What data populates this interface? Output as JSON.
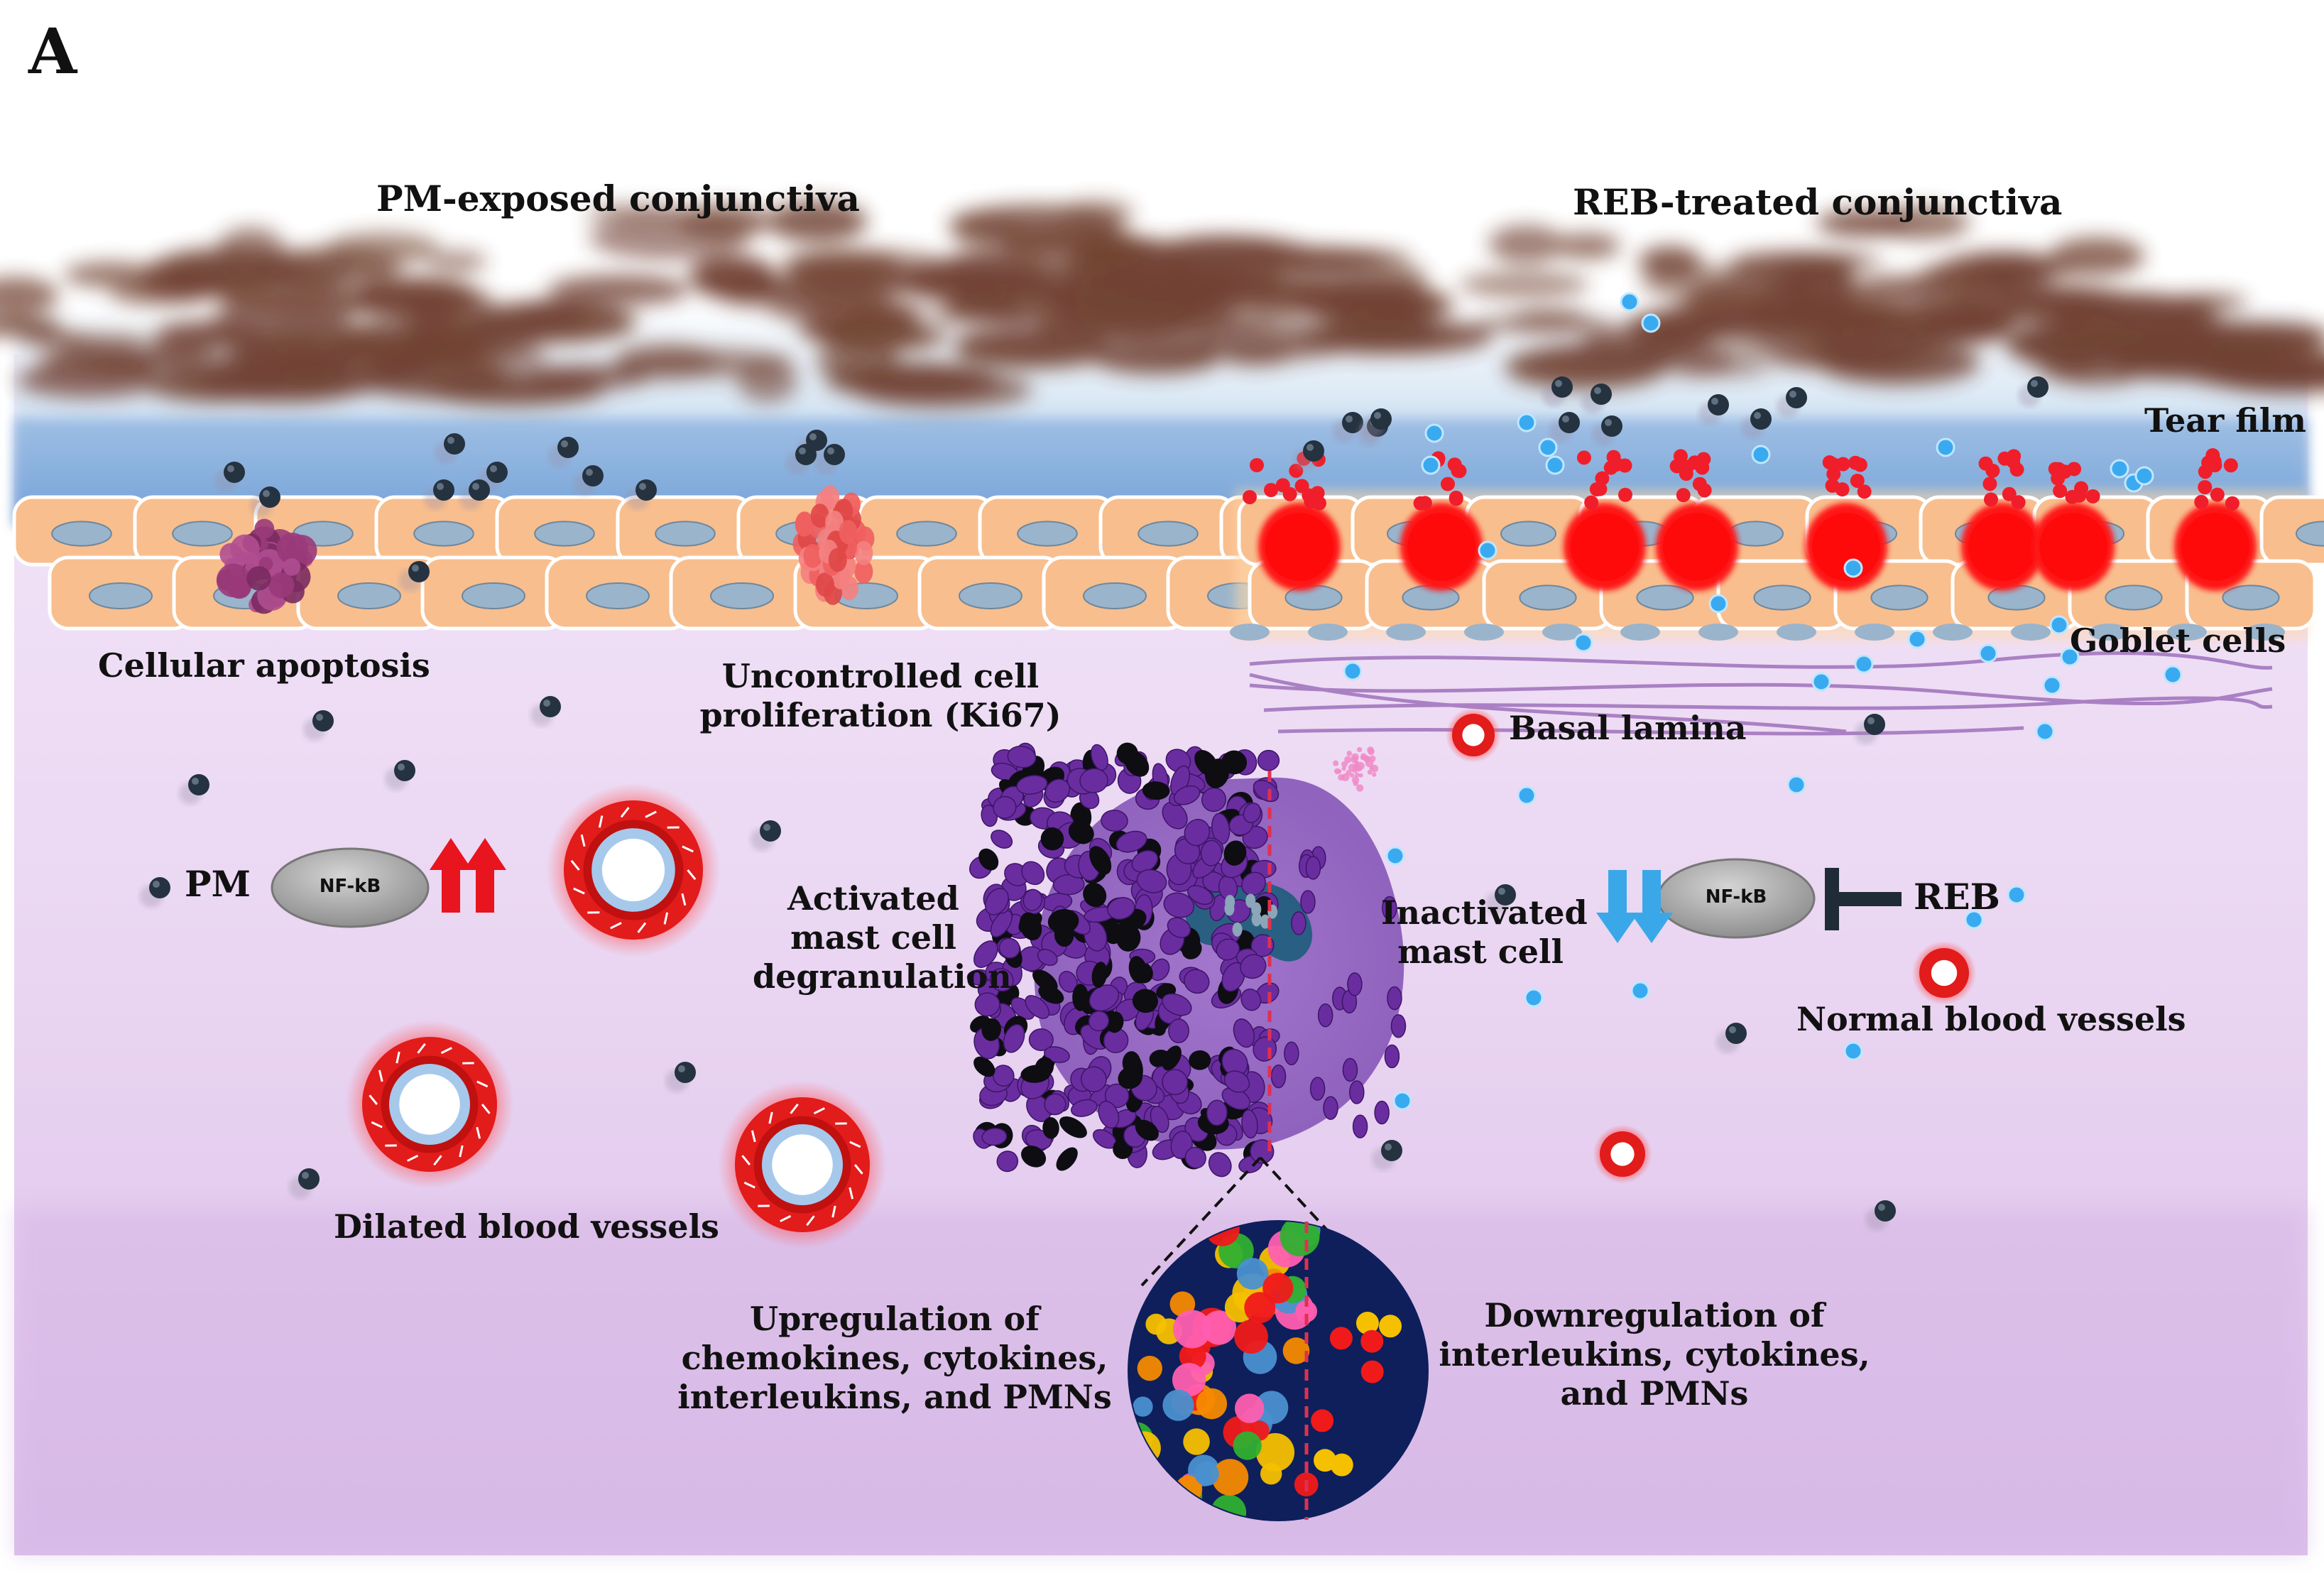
{
  "figure": {
    "panel_letter": "A",
    "left_title": "PM-exposed conjunctiva",
    "right_title": "REB-treated conjunctiva"
  },
  "labels": {
    "tear_film": "Tear film",
    "goblet_cells": "Goblet cells",
    "basal_lamina": "Basal lamina",
    "cellular_apoptosis": "Cellular apoptosis",
    "uncontrolled_proliferation_line1": "Uncontrolled cell",
    "uncontrolled_proliferation_line2": "proliferation (Ki67)",
    "pm": "PM",
    "reb": "REB",
    "nfkb_left": "NF-kB",
    "nfkb_right": "NF-kB",
    "activated_line1": "Activated",
    "activated_line2": "mast cell",
    "activated_line3": "degranulation",
    "inactivated_line1": "Inactivated",
    "inactivated_line2": "mast cell",
    "normal_vessels": "Normal blood vessels",
    "dilated_vessels": "Dilated blood vessels",
    "upregulation_line1": "Upregulation of",
    "upregulation_line2": "chemokines, cytokines,",
    "upregulation_line3": "interleukins, and PMNs",
    "downregulation_line1": "Downregulation of",
    "downregulation_line2": "interleukins, cytokines,",
    "downregulation_line3": "and PMNs"
  },
  "colors": {
    "tear_film_brown": "#6b3a2a",
    "epithelium_orange": "#f8be8e",
    "nucleus_blue": "#9ab4cc",
    "stroma_lavender": "#ead8f2",
    "pm_particle": "#253240",
    "reb_particle": "#3aaaf0",
    "vessel_red": "#e21b1b",
    "mast_cell_purple": "#7b3fa8",
    "up_arrow_red": "#e8141e",
    "down_arrow_blue": "#3aa8e8",
    "zoom_navy": "#0e1f5b"
  }
}
